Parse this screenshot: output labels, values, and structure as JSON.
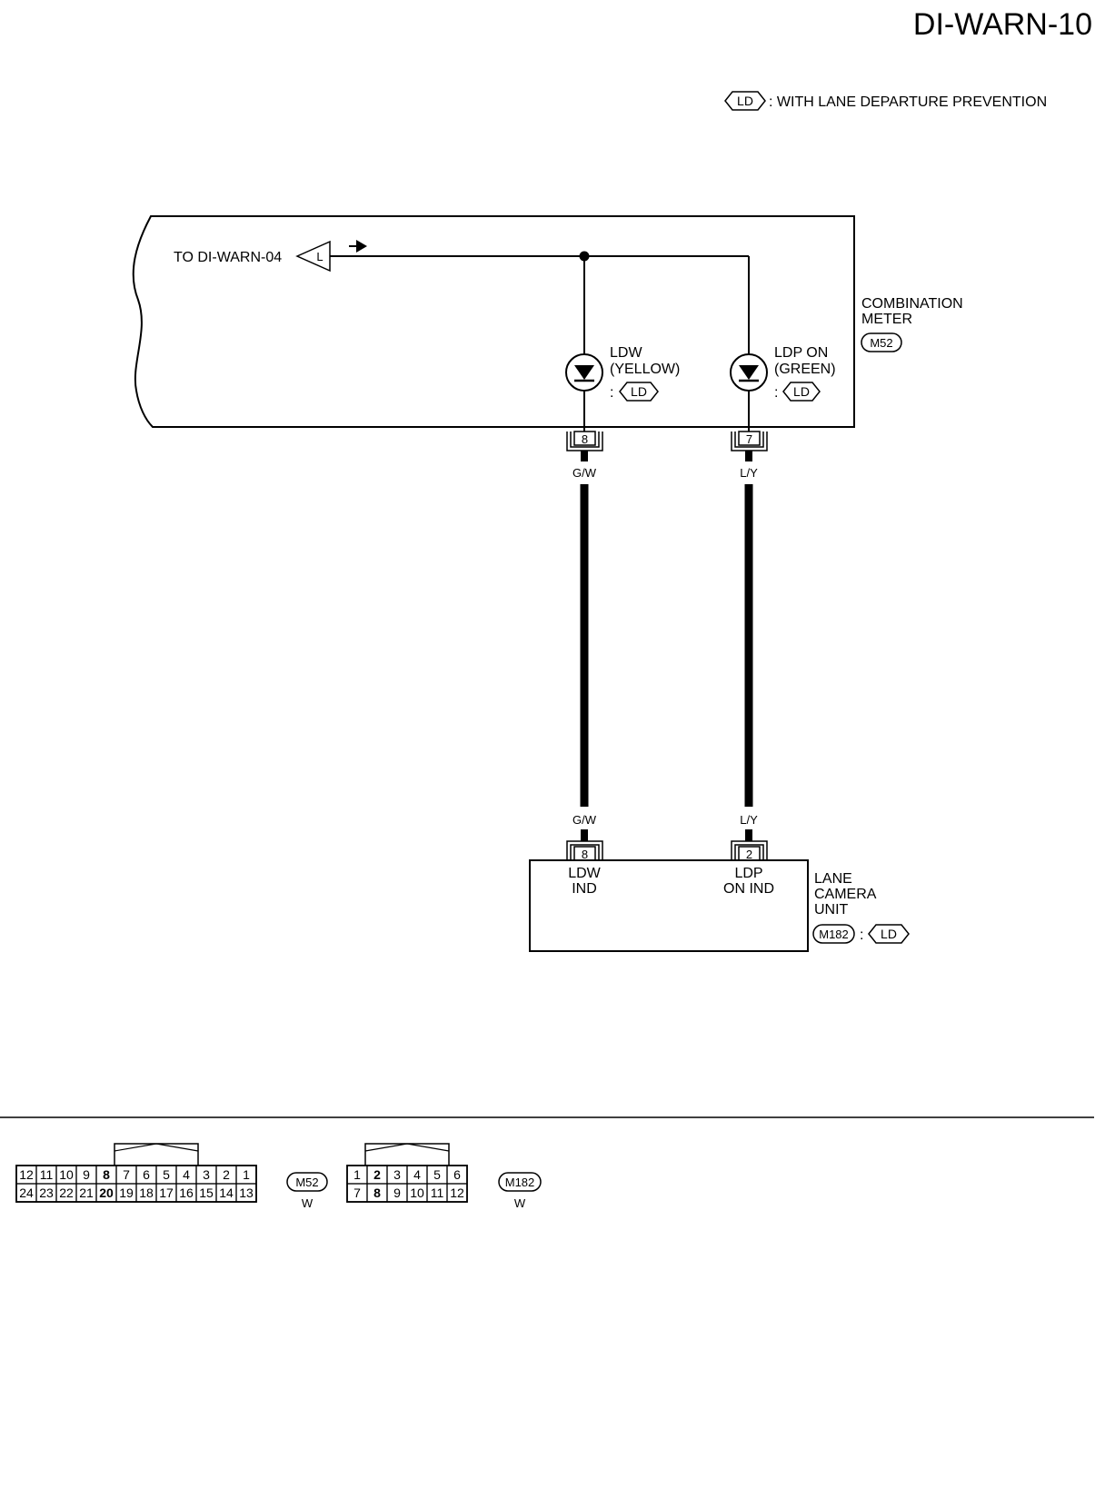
{
  "page": {
    "id": "DI-WARN-10"
  },
  "legend": {
    "badge": "LD",
    "text": ": WITH LANE DEPARTURE PREVENTION"
  },
  "combination_meter": {
    "name_line1": "COMBINATION",
    "name_line2": "METER",
    "connector": "M52",
    "offpage_ref": "TO DI-WARN-04",
    "offpage_wire": "L",
    "ldw_lamp": {
      "label_line1": "LDW",
      "label_line2": "(YELLOW)",
      "prefix": ":",
      "badge": "LD",
      "terminal": "8",
      "wire_color": "G/W"
    },
    "ldp_lamp": {
      "label_line1": "LDP ON",
      "label_line2": "(GREEN)",
      "prefix": ":",
      "badge": "LD",
      "terminal": "7",
      "wire_color": "L/Y"
    }
  },
  "lane_camera_unit": {
    "name_line1": "LANE",
    "name_line2": "CAMERA",
    "name_line3": "UNIT",
    "connector": "M182",
    "sep": ":",
    "badge": "LD",
    "ldw_terminal": {
      "number": "8",
      "wire_color": "G/W",
      "label_line1": "LDW",
      "label_line2": "IND"
    },
    "ldp_terminal": {
      "number": "2",
      "wire_color": "L/Y",
      "label_line1": "LDP",
      "label_line2": "ON IND"
    }
  },
  "connector_views": [
    {
      "id": "M52",
      "color": "W",
      "top_row": [
        "12",
        "11",
        "10",
        "9",
        "8",
        "7",
        "6",
        "5",
        "4",
        "3",
        "2",
        "1"
      ],
      "bottom_row": [
        "24",
        "23",
        "22",
        "21",
        "20",
        "19",
        "18",
        "17",
        "16",
        "15",
        "14",
        "13"
      ],
      "highlighted": [
        "8",
        "20"
      ]
    },
    {
      "id": "M182",
      "color": "W",
      "top_row": [
        "1",
        "2",
        "3",
        "4",
        "5",
        "6"
      ],
      "bottom_row": [
        "7",
        "8",
        "9",
        "10",
        "11",
        "12"
      ],
      "highlighted": [
        "2",
        "8"
      ]
    }
  ]
}
